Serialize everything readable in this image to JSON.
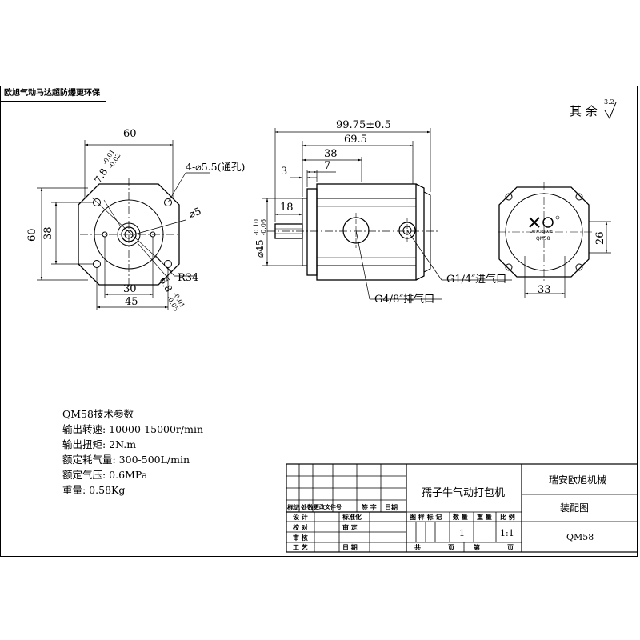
{
  "corner_note": "欧旭气动马达超防爆更环保",
  "surface_finish": {
    "label": "其 余",
    "value": "3.2"
  },
  "front_view": {
    "width_dim": "60",
    "height_dim": "60",
    "bolt_pitch_v": "38",
    "bolt_pitch_h": "30",
    "flange_dim": "45",
    "holes": "4-⌀5.5(通孔)",
    "shaft_dia": "⌀5",
    "radius": "R34",
    "shaft_tol_upper": "7.8",
    "shaft_tol_upper_a": "-0.01",
    "shaft_tol_upper_b": "-0.02",
    "shaft_tol_lower": "6.8",
    "shaft_tol_lower_a": "-0.01",
    "shaft_tol_lower_b": "-0.05"
  },
  "side_view": {
    "total_length": "99.75±0.5",
    "body_length": "69.5",
    "dim_38": "38",
    "dim_7": "7",
    "dim_3": "3",
    "dim_18": "18",
    "pilot_dia": "⌀45",
    "pilot_tol_a": "-0.10",
    "pilot_tol_b": "-0.06",
    "inlet": "G1/4″进气口",
    "exhaust": "G4/8″排气口"
  },
  "rear_view": {
    "dim_26": "26",
    "dim_33": "33",
    "logo_text": "OUXUEJIXIE",
    "model": "QM58"
  },
  "specs": {
    "title": "QM58技术参数",
    "lines": [
      "输出转速: 10000-15000r/min",
      "输出扭矩: 2N.m",
      "额定耗气量: 300-500L/min",
      "额定气压: 0.6MPa",
      "重量: 0.58Kg"
    ]
  },
  "title_block": {
    "product_name": "孺子牛气动打包机",
    "company": "瑞安欧旭机械",
    "drawing_type": "装配图",
    "drawing_no": "QM58",
    "header_row": [
      "标记",
      "处数",
      "更改文件号",
      "签 字",
      "日期"
    ],
    "left_rows": [
      [
        "设 计",
        "标准化"
      ],
      [
        "校 对",
        "审 定"
      ],
      [
        "审 核",
        ""
      ],
      [
        "工 艺",
        "日 期"
      ]
    ],
    "right_header": [
      "图 样 标 记",
      "数 量",
      "重 量",
      "比 例"
    ],
    "quantity": "1",
    "scale": "1:1",
    "sheets": [
      "共",
      "页",
      "第",
      "页"
    ]
  }
}
